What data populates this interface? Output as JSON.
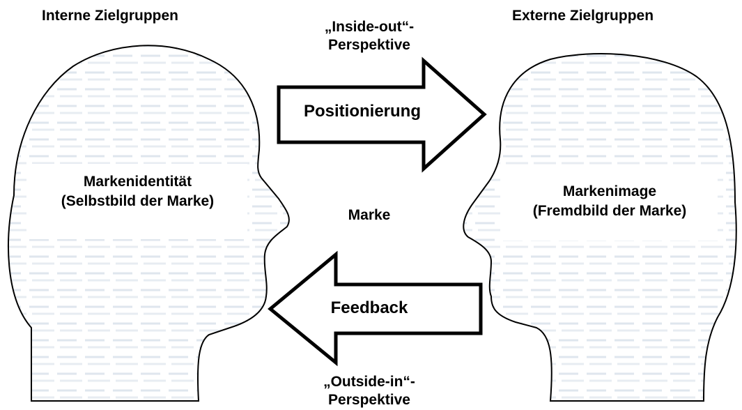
{
  "left_group": {
    "heading": "Interne Zielgruppen",
    "label_line1": "Markenidentität",
    "label_line2": "(Selbstbild der Marke)"
  },
  "right_group": {
    "heading": "Externe Zielgruppen",
    "label_line1": "Markenimage",
    "label_line2": "(Fremdbild der Marke)"
  },
  "top_arrow": {
    "label": "Positionierung",
    "perspective_line1": "„Inside-out“-",
    "perspective_line2": "Perspektive"
  },
  "bottom_arrow": {
    "label": "Feedback",
    "perspective_line1": "„Outside-in“-",
    "perspective_line2": "Perspektive"
  },
  "center_label": "Marke"
}
